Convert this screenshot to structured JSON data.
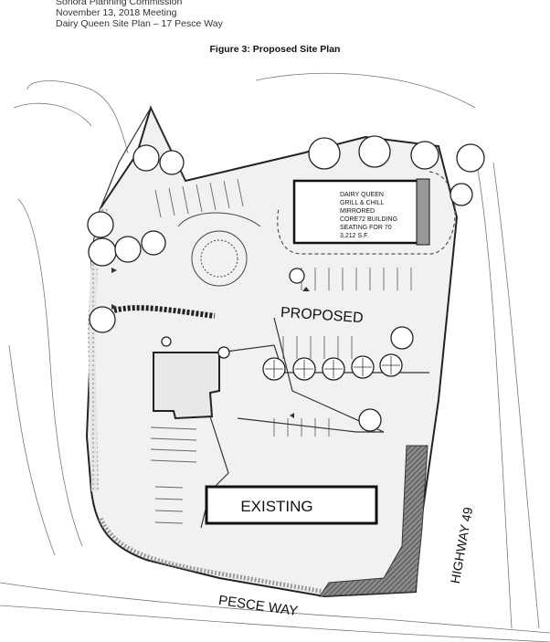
{
  "header": {
    "line1": "Sonora Planning Commission",
    "line2": "November 13, 2018 Meeting",
    "line3": "Dairy Queen Site Plan – 17 Pesce Way"
  },
  "figure": {
    "title": "Figure 3: Proposed Site Plan"
  },
  "plan": {
    "proposed_label": "PROPOSED",
    "existing_label": "EXISTING",
    "street_bottom": "PESCE WAY",
    "street_right": "HIGHWAY 49",
    "building_note": {
      "line1": "DAIRY QUEEN",
      "line2": "GRILL & CHILL",
      "line3": "MIRRORED",
      "line4": "CORE72 BUILDING",
      "line5": "SEATING FOR 70",
      "line6": "3,212 S.F."
    }
  },
  "colors": {
    "ink": "#2a2a2a",
    "paper": "#ffffff",
    "site_fill": "#efefef",
    "hatch": "#555555"
  }
}
